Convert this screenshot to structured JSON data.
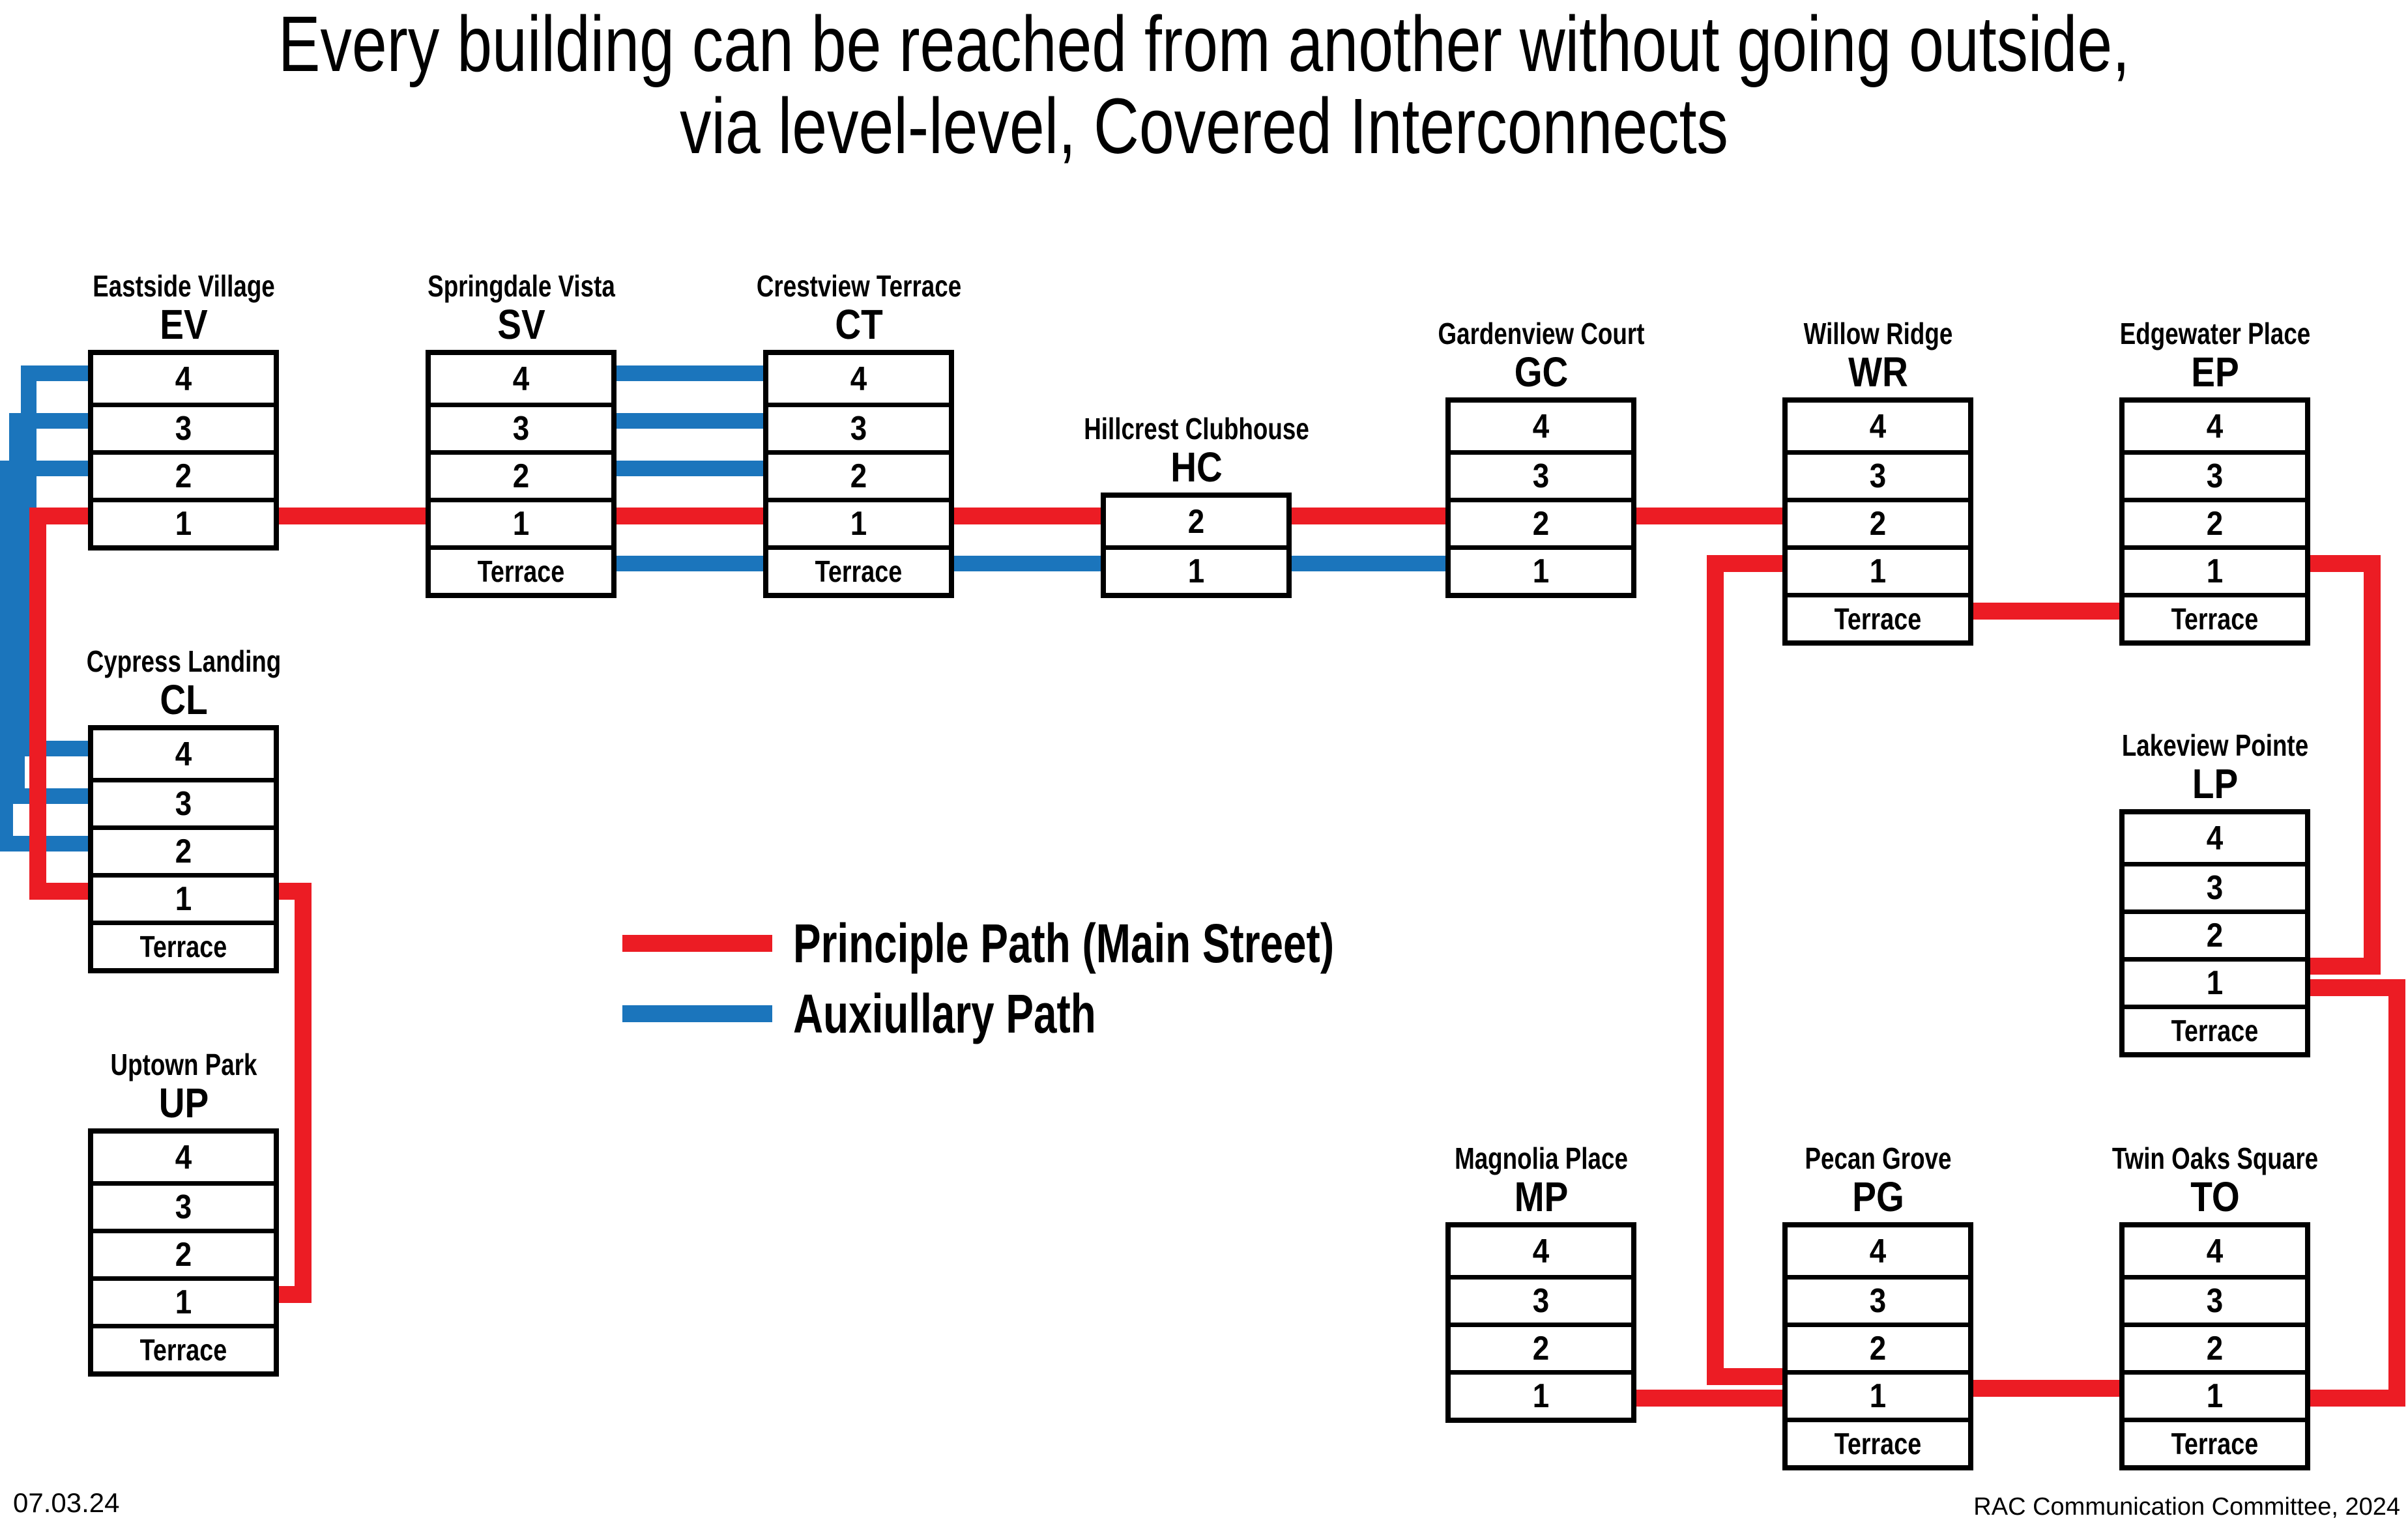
{
  "title": {
    "line1": "Every building can be reached from another without going outside,",
    "line2": "via level-level, Covered Interconnects"
  },
  "legend": {
    "principal": {
      "label": "Principle Path (Main Street)",
      "color": "#ec1c24"
    },
    "auxiliary": {
      "label": "Auxiullary Path",
      "color": "#1b75bc"
    }
  },
  "buildings": [
    {
      "id": "EV",
      "name": "Eastside Village",
      "abbrev": "EV",
      "levels": [
        "4",
        "3",
        "2",
        "1"
      ]
    },
    {
      "id": "SV",
      "name": "Springdale Vista",
      "abbrev": "SV",
      "levels": [
        "4",
        "3",
        "2",
        "1",
        "Terrace"
      ]
    },
    {
      "id": "CT",
      "name": "Crestview Terrace",
      "abbrev": "CT",
      "levels": [
        "4",
        "3",
        "2",
        "1",
        "Terrace"
      ]
    },
    {
      "id": "HC",
      "name": "Hillcrest Clubhouse",
      "abbrev": "HC",
      "levels": [
        "2",
        "1"
      ]
    },
    {
      "id": "GC",
      "name": "Gardenview Court",
      "abbrev": "GC",
      "levels": [
        "4",
        "3",
        "2",
        "1"
      ]
    },
    {
      "id": "WR",
      "name": "Willow Ridge",
      "abbrev": "WR",
      "levels": [
        "4",
        "3",
        "2",
        "1",
        "Terrace"
      ]
    },
    {
      "id": "EP",
      "name": "Edgewater Place",
      "abbrev": "EP",
      "levels": [
        "4",
        "3",
        "2",
        "1",
        "Terrace"
      ]
    },
    {
      "id": "CL",
      "name": "Cypress Landing",
      "abbrev": "CL",
      "levels": [
        "4",
        "3",
        "2",
        "1",
        "Terrace"
      ]
    },
    {
      "id": "UP",
      "name": "Uptown Park",
      "abbrev": "UP",
      "levels": [
        "4",
        "3",
        "2",
        "1",
        "Terrace"
      ]
    },
    {
      "id": "LP",
      "name": "Lakeview Pointe",
      "abbrev": "LP",
      "levels": [
        "4",
        "3",
        "2",
        "1",
        "Terrace"
      ]
    },
    {
      "id": "MP",
      "name": "Magnolia Place",
      "abbrev": "MP",
      "levels": [
        "4",
        "3",
        "2",
        "1"
      ]
    },
    {
      "id": "PG",
      "name": "Pecan Grove",
      "abbrev": "PG",
      "levels": [
        "4",
        "3",
        "2",
        "1",
        "Terrace"
      ]
    },
    {
      "id": "TO",
      "name": "Twin Oaks Square",
      "abbrev": "TO",
      "levels": [
        "4",
        "3",
        "2",
        "1",
        "Terrace"
      ]
    }
  ],
  "footer": {
    "left": "07.03.24",
    "right": "RAC Communication Committee, 2024"
  },
  "colors": {
    "principal": "#ec1c24",
    "auxiliary": "#1b75bc",
    "table_border": "#000000",
    "text": "#000000"
  }
}
